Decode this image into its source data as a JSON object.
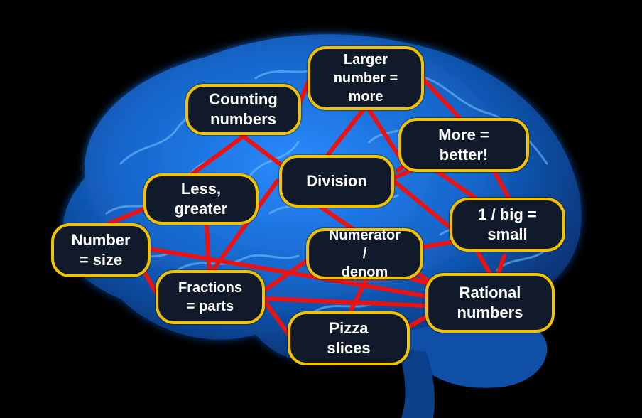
{
  "nodes": {
    "counting": {
      "lines": [
        "Counting",
        "numbers"
      ]
    },
    "larger": {
      "lines": [
        "Larger",
        "number =",
        "more"
      ]
    },
    "more_better": {
      "lines": [
        "More =",
        "better!"
      ]
    },
    "division": {
      "lines": [
        "Division"
      ]
    },
    "less_greater": {
      "lines": [
        "Less,",
        "greater"
      ]
    },
    "one_big": {
      "lines": [
        "1 / big =",
        "small"
      ]
    },
    "number_size": {
      "lines": [
        "Number",
        "= size"
      ]
    },
    "numerator": {
      "lines": [
        "Numerator",
        "/ denom"
      ]
    },
    "fractions": {
      "lines": [
        "Fractions",
        "= parts"
      ]
    },
    "rational": {
      "lines": [
        "Rational",
        "numbers"
      ]
    },
    "pizza": {
      "lines": [
        "Pizza",
        "slices"
      ]
    }
  },
  "colors": {
    "background": "#000000",
    "brain": "#1f7fe0",
    "connector": "#ee1111",
    "node_border": "#f2c200",
    "node_fill": "#111a2a",
    "node_text": "#ffffff"
  }
}
